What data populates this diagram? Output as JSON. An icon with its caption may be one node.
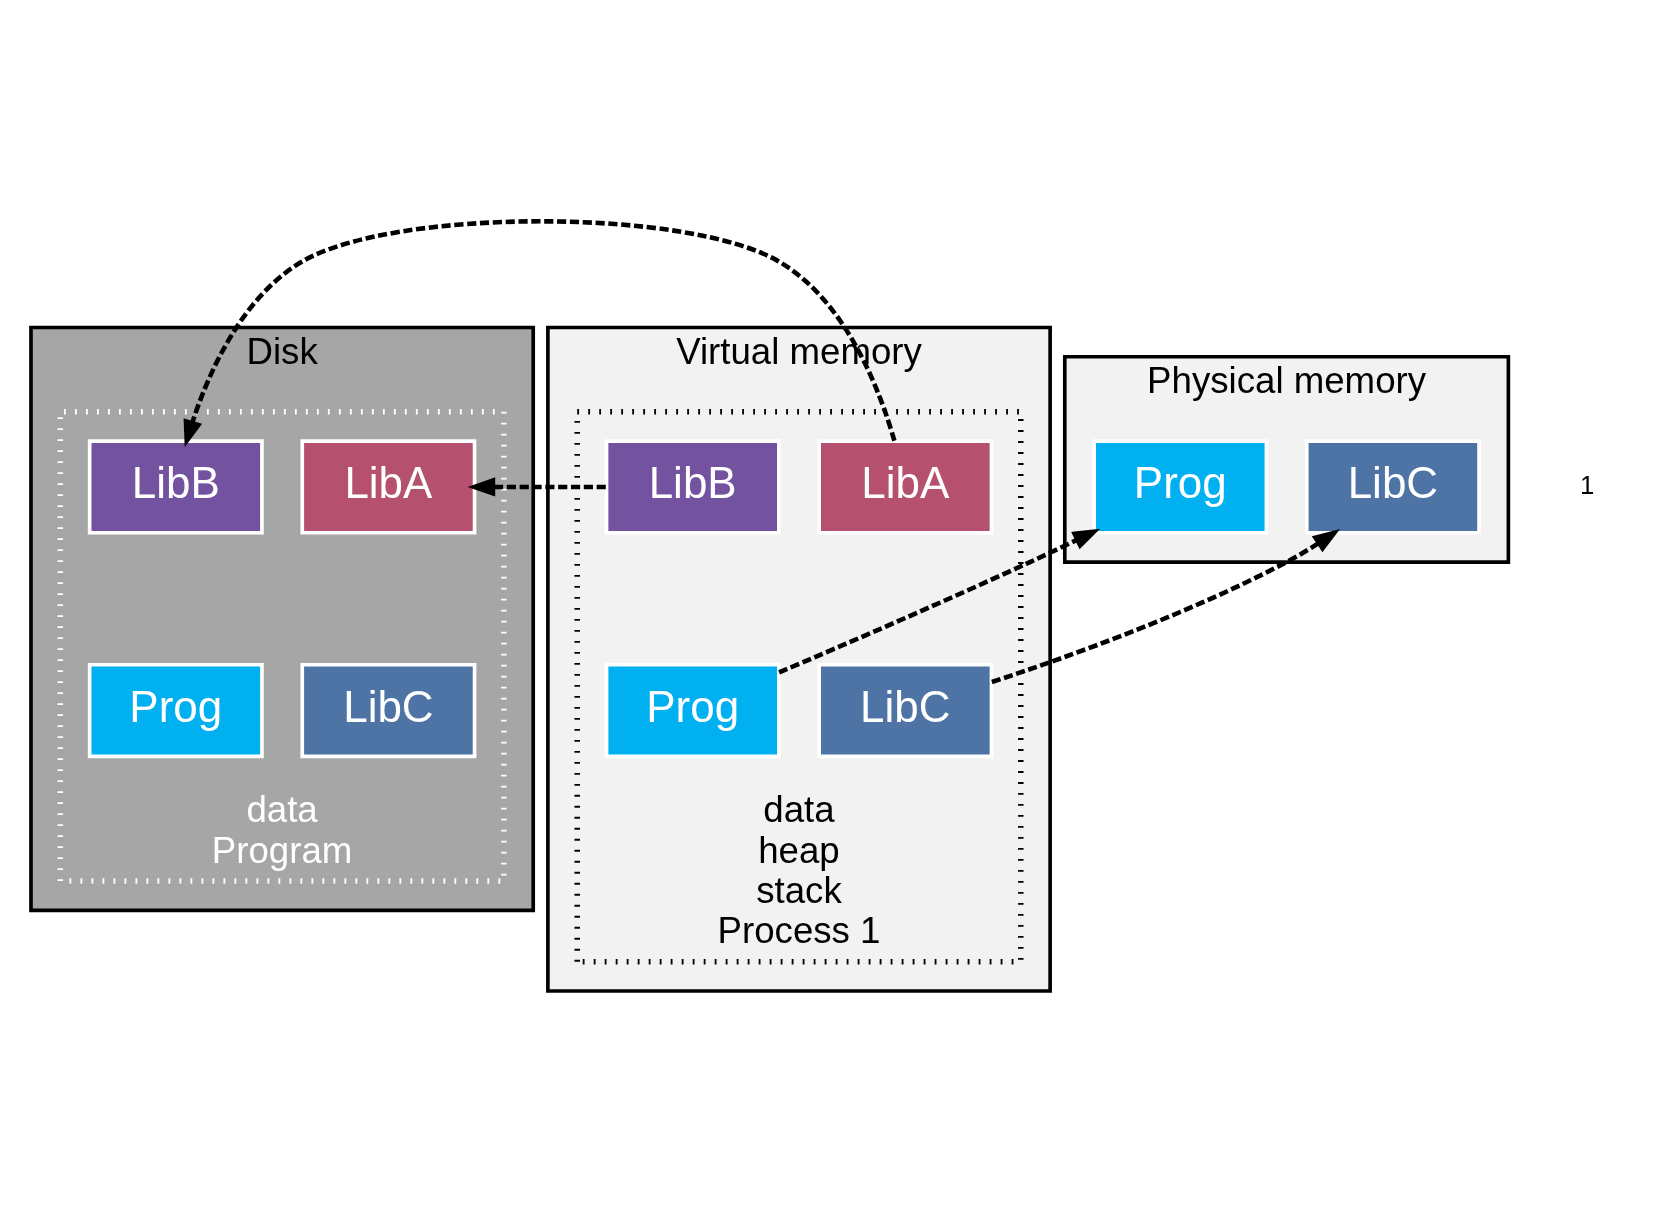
{
  "diagram": {
    "nodes": [
      {
        "text": [
          "Disk"
        ]
      },
      {
        "text": [
          "data",
          "Program"
        ],
        "in": 0
      },
      {
        "text": [
          "LibA"
        ],
        "in": 1
      },
      {
        "text": [
          "LibB"
        ],
        "in": 1
      },
      {
        "text": [
          "LibC"
        ],
        "in": 1
      },
      {
        "text": [
          "Prog"
        ],
        "in": 1
      },
      {
        "text": [
          "Virtual memory"
        ]
      },
      {
        "text": [
          "data",
          "heap",
          "stack",
          "Process 1"
        ],
        "in": 6
      },
      {
        "text": [
          "LibA"
        ],
        "in": 7
      },
      {
        "text": [
          "LibB"
        ],
        "in": 7
      },
      {
        "text": [
          "LibC"
        ],
        "in": 7
      },
      {
        "text": [
          "Prog"
        ],
        "in": 7
      },
      {
        "text": [
          "Physical memory"
        ]
      },
      {
        "text": [
          "LibC"
        ],
        "in": 12
      },
      {
        "text": [
          "Prog"
        ],
        "in": 12
      }
    ],
    "edges": [
      {
        "from": 9,
        "to": 2,
        "arrow": "to",
        "style": "dashed"
      },
      {
        "from": 8,
        "to": 3,
        "arrow": "to",
        "style": "dashed"
      },
      {
        "from": 10,
        "to": 13,
        "arrow": "to",
        "style": "dashed"
      },
      {
        "from": 11,
        "to": 14,
        "arrow": "to",
        "style": "dashed"
      }
    ],
    "labels": [
      "1"
    ]
  }
}
